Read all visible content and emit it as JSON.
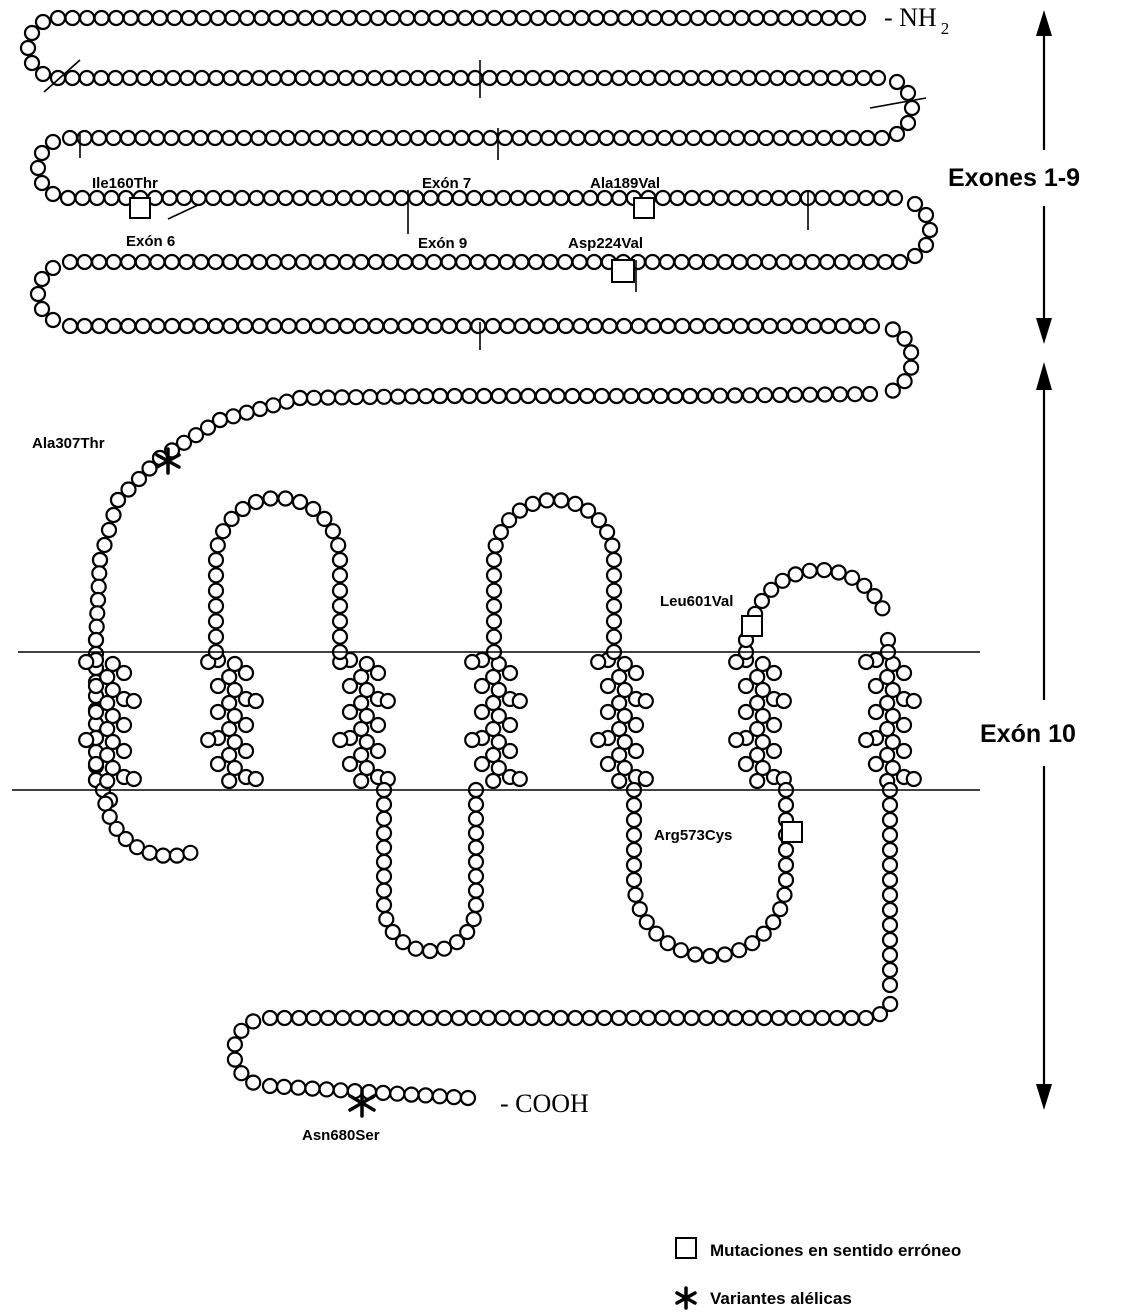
{
  "terminals": {
    "n_terminus": "- NH",
    "n_terminus_subscript": "2",
    "c_terminus": "- COOH"
  },
  "regions": {
    "exons_1_9": "Exones 1-9",
    "exon_10": "Exón 10"
  },
  "exon_boundaries": {
    "exon6": "Exón 6",
    "exon7": "Exón 7",
    "exon9": "Exón 9"
  },
  "mutations": {
    "ile160thr": "Ile160Thr",
    "ala189val": "Ala189Val",
    "asp224val": "Asp224Val",
    "leu601val": "Leu601Val",
    "arg573cys": "Arg573Cys"
  },
  "variants": {
    "ala307thr": "Ala307Thr",
    "asn680ser": "Asn680Ser"
  },
  "legend": {
    "missense": "Mutaciones en sentido erróneo",
    "allelic": "Variantes alélicas"
  }
}
